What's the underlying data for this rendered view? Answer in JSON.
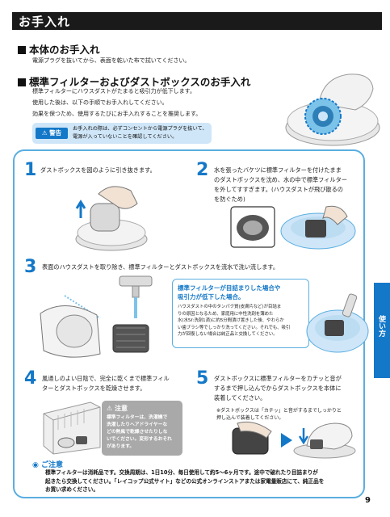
{
  "page": {
    "title": "お手入れ",
    "page_number": "9",
    "side_tab": "使い方"
  },
  "body_care": {
    "heading": "本体のお手入れ",
    "text": "電源プラグを抜いてから、表面を乾いた布で拭いてください。"
  },
  "filter_care": {
    "heading": "標準フィルターおよびダストボックスのお手入れ",
    "lines": [
      "標準フィルターにハウスダストがたまると吸引力が低下します。",
      "使用した後は、以下の手順でお手入れしてください。",
      "効果を保つため、使用するたびにお手入れすることを推奨します。"
    ]
  },
  "warning": {
    "label": "警告",
    "lines": [
      "お手入れの際は、必ずコンセントから電源プラグを抜いて、",
      "電源が入っていないことを確認してください。"
    ]
  },
  "steps": [
    {
      "num": "1",
      "lines": [
        "ダストボックスを図のように引き抜きます。"
      ]
    },
    {
      "num": "2",
      "lines": [
        "水を張ったバケツに標準フィルターを付けたまま",
        "のダストボックスを沈め、水の中で標準フィルター",
        "を外してすすぎます。(ハウスダストが飛び散るの",
        "を防ぐため)"
      ]
    },
    {
      "num": "3",
      "lines": [
        "表面のハウスダストを取り除き、標準フィルターとダストボックスを流水で洗い流します。"
      ]
    },
    {
      "num": "4",
      "lines": [
        "風通しのよい日陰で、完全に乾くまで標準フィル",
        "ターとダストボックスを乾燥させます。"
      ]
    },
    {
      "num": "5",
      "lines": [
        "ダストボックスに標準フィルターをカチッと音が",
        "するまで押し込んでからダストボックスを本体に",
        "装着してください。"
      ]
    }
  ],
  "step5_note": {
    "lines": [
      "※ダストボックスは「カチッ」と音がするまでしっかりと",
      "押し込んで装着してください。"
    ]
  },
  "clogged": {
    "title_lines": [
      "標準フィルターが目詰まりした場合や",
      "吸引力が低下した場合。"
    ],
    "body_lines": [
      "ハウスダストの中のタンパク質(皮膚片など)が目詰ま",
      "りの原因となるため、家庭用に中性洗剤を薄めた",
      "水(水5ℓ:洗剤1滴)に約5分間漬け置きした後、やわらか",
      "い歯ブラシ等でしっかり洗ってください。それでも、吸引",
      "力が回復しない場合は純正品と交換してください。"
    ]
  },
  "caution": {
    "label": "注意",
    "lines": [
      "標準フィルターは、洗濯機で",
      "洗濯したりヘアドライヤーな",
      "どの熱風で乾燥させたりしな",
      "いでください。変形するおそれ",
      "があります。"
    ]
  },
  "note": {
    "label": "ご注意",
    "lines": [
      "標準フィルターは消耗品です。交換周期は、1日10分、毎日使用して約5〜6ヶ月です。途中で破れたり目詰まりが",
      "起きたら交換してください。「レイコップ公式サイト」などの公式オンラインストアまたは家電量販店にて、純正品を",
      "お買い求めください。"
    ]
  },
  "colors": {
    "accent": "#1478c8",
    "panel_border": "#5aaee0",
    "warning_bg": "#cfe6f8",
    "caution_bg": "#a9a9a9"
  }
}
